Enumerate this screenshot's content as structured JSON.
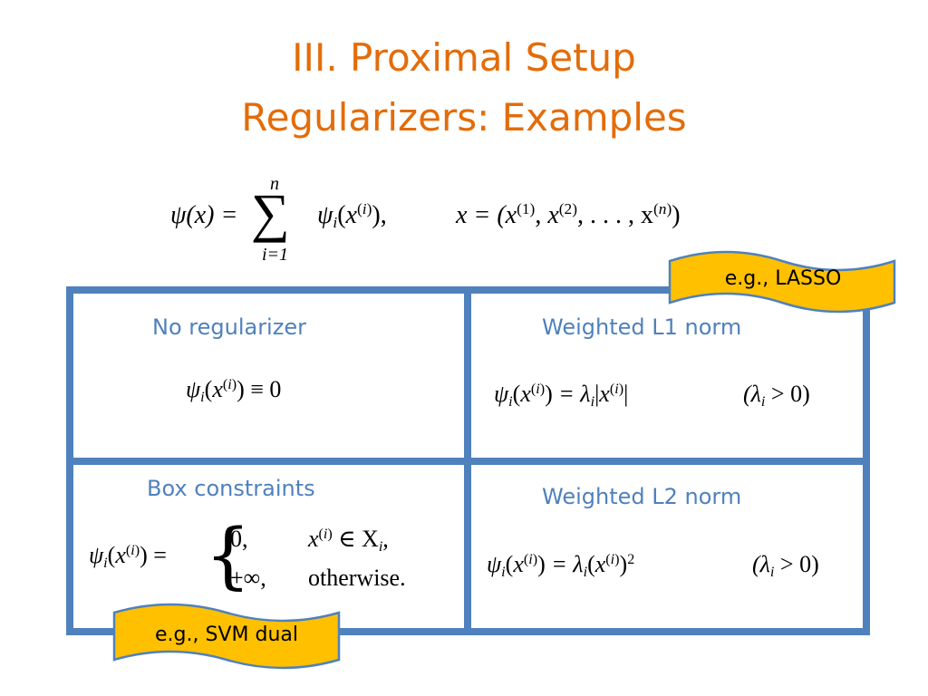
{
  "slide": {
    "title_line1": "III. Proximal Setup",
    "title_line2": "Regularizers: Examples"
  },
  "top_formula": {
    "psi_x": "ψ(x) =",
    "sum_upper": "n",
    "sum_lower": "i=1",
    "term": "ψ",
    "x_def": "x = (x",
    "ellipsis": ", . . . , x"
  },
  "panels": [
    {
      "title": "No regularizer",
      "formula_rhs": "≡ 0"
    },
    {
      "title": "Weighted L1 norm",
      "formula_rhs": "= λ",
      "condition": "(λ",
      "condition_end": "> 0)"
    },
    {
      "title": "Box constraints",
      "case1_val": "0,",
      "case1_cond": "∈ X",
      "case2_val": "+∞,",
      "case2_cond": "otherwise."
    },
    {
      "title": "Weighted L2 norm",
      "formula_rhs": "= λ",
      "condition": "(λ",
      "condition_end": "> 0)"
    }
  ],
  "tags": {
    "lasso": "e.g., LASSO",
    "svm": "e.g., SVM dual"
  },
  "colors": {
    "title": "#e36c0a",
    "panel_title": "#4f81bd",
    "border": "#4f81bd",
    "tag_fill": "#ffc000",
    "tag_stroke": "#4f81bd"
  }
}
